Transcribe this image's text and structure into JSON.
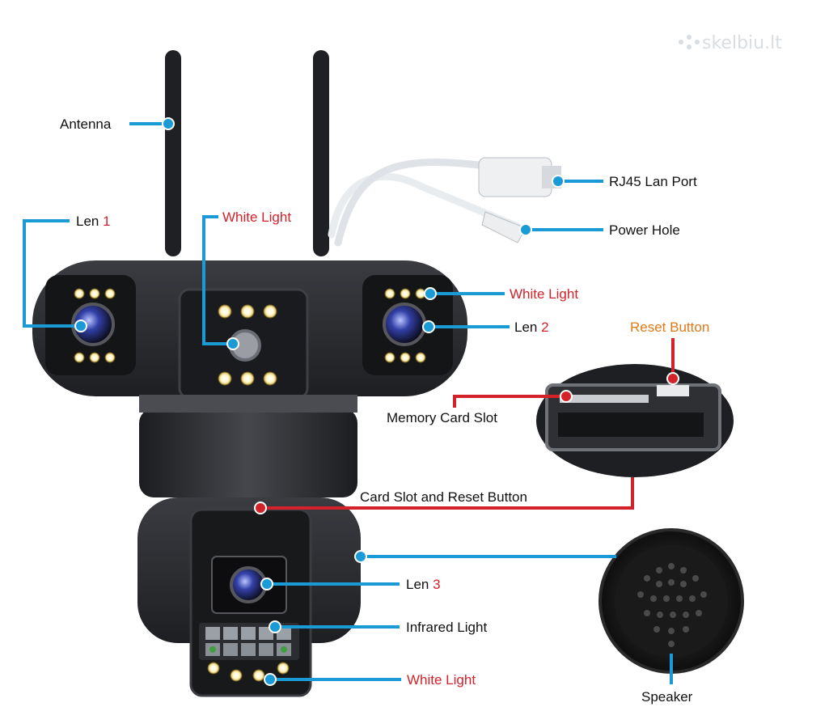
{
  "watermark": "skelbiu.lt",
  "colors": {
    "leader_blue": "#1a9bd6",
    "leader_red": "#d3222a",
    "highlight_red": "#d3222a",
    "highlight_orange": "#e07a18",
    "camera_body": "#2a2c30"
  },
  "labels": {
    "antenna": "Antenna",
    "len1_text": "Len",
    "len1_num": "1",
    "white_light_top": "White Light",
    "rj45": "RJ45 Lan Port",
    "power_hole": "Power Hole",
    "white_light_right": "White Light",
    "len2_text": "Len",
    "len2_num": "2",
    "reset_button": "Reset Button",
    "memory_card_slot": "Memory Card Slot",
    "card_slot_reset": "Card Slot and Reset Button",
    "len3_text": "Len",
    "len3_num": "3",
    "infrared_light": "Infrared Light",
    "white_light_bottom": "White Light",
    "speaker": "Speaker"
  }
}
